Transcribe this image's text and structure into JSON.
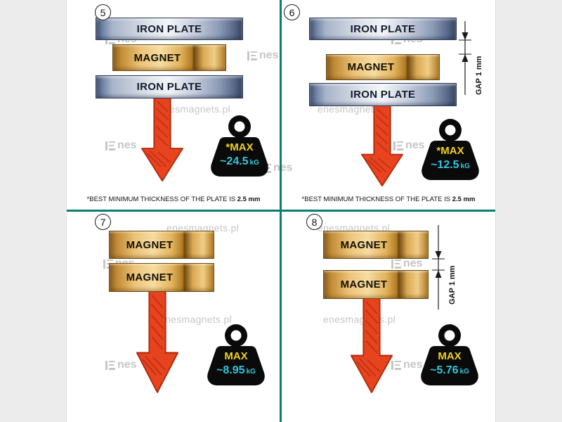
{
  "colors": {
    "divider": "#0b7f6c",
    "arrow": "#e8431f",
    "arrow-dark": "#b02c0c",
    "max-yellow": "#f0d21c",
    "value-cyan": "#32c6dc",
    "iron-text": "#121a2b",
    "magnet-text": "#140f06",
    "watermark": "#c6c6c6"
  },
  "watermark": {
    "url": "enesmagnets.pl",
    "logo_text": "nes",
    "logo_icon": "enes-logo-icon"
  },
  "quadrants": [
    {
      "number": "5",
      "layers": {
        "top": "IRON PLATE",
        "middle": "MAGNET",
        "bottom": "IRON PLATE"
      },
      "weight": {
        "label": "*MAX",
        "value": "~24.5",
        "unit": "kG"
      },
      "footnote": {
        "text": "*BEST MINIMUM THICKNESS OF THE PLATE IS",
        "bold": "2.5 mm"
      }
    },
    {
      "number": "6",
      "layers": {
        "top": "IRON PLATE",
        "middle": "MAGNET",
        "bottom": "IRON PLATE"
      },
      "gap_label": "GAP 1 mm",
      "weight": {
        "label": "*MAX",
        "value": "~12.5",
        "unit": "kG"
      },
      "footnote": {
        "text": "*BEST MINIMUM THICKNESS OF THE PLATE IS",
        "bold": "2.5 mm"
      }
    },
    {
      "number": "7",
      "layers": {
        "top": "MAGNET",
        "bottom": "MAGNET"
      },
      "weight": {
        "label": "MAX",
        "value": "~8.95",
        "unit": "kG"
      }
    },
    {
      "number": "8",
      "layers": {
        "top": "MAGNET",
        "bottom": "MAGNET"
      },
      "gap_label": "GAP 1 mm",
      "weight": {
        "label": "MAX",
        "value": "~5.76",
        "unit": "kG"
      }
    }
  ]
}
